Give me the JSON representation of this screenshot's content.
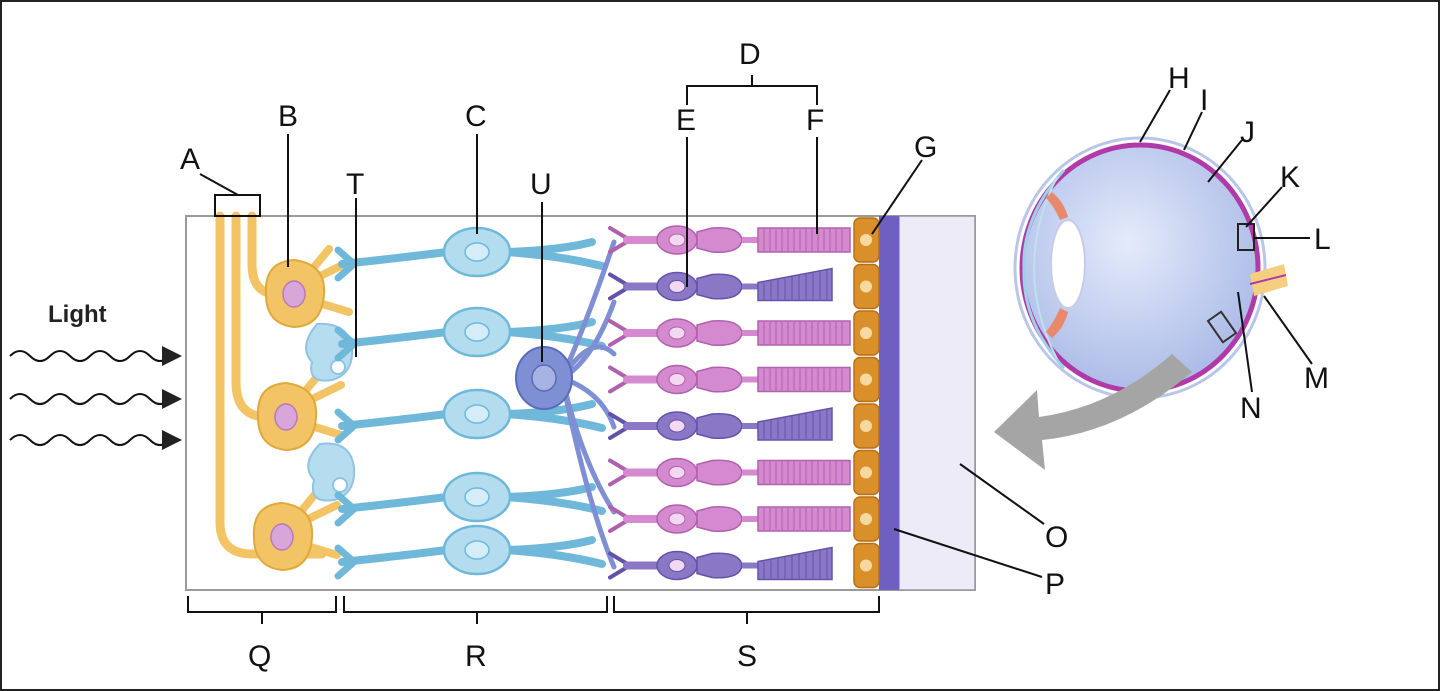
{
  "light_label": "Light",
  "labels": {
    "A": "A",
    "B": "B",
    "C": "C",
    "D": "D",
    "E": "E",
    "F": "F",
    "G": "G",
    "H": "H",
    "I": "I",
    "J": "J",
    "K": "K",
    "L": "L",
    "M": "M",
    "N": "N",
    "O": "O",
    "P": "P",
    "Q": "Q",
    "R": "R",
    "S": "S",
    "T": "T",
    "U": "U"
  },
  "colors": {
    "ganglion": "#f3c466",
    "amacrine": "#a9d6ee",
    "bipolar": "#6fb8d9",
    "horizontal": "#7e8fd3",
    "rod": "#d58ad0",
    "cone": "#8a78c6",
    "pigment": "#d9902a",
    "choroid": "#6e5fc0",
    "sclera_panel": "#ecebf7",
    "eye_body": "#c9d4f1",
    "eye_retina": "#b03aa8",
    "arrow": "#a5a5a5"
  }
}
